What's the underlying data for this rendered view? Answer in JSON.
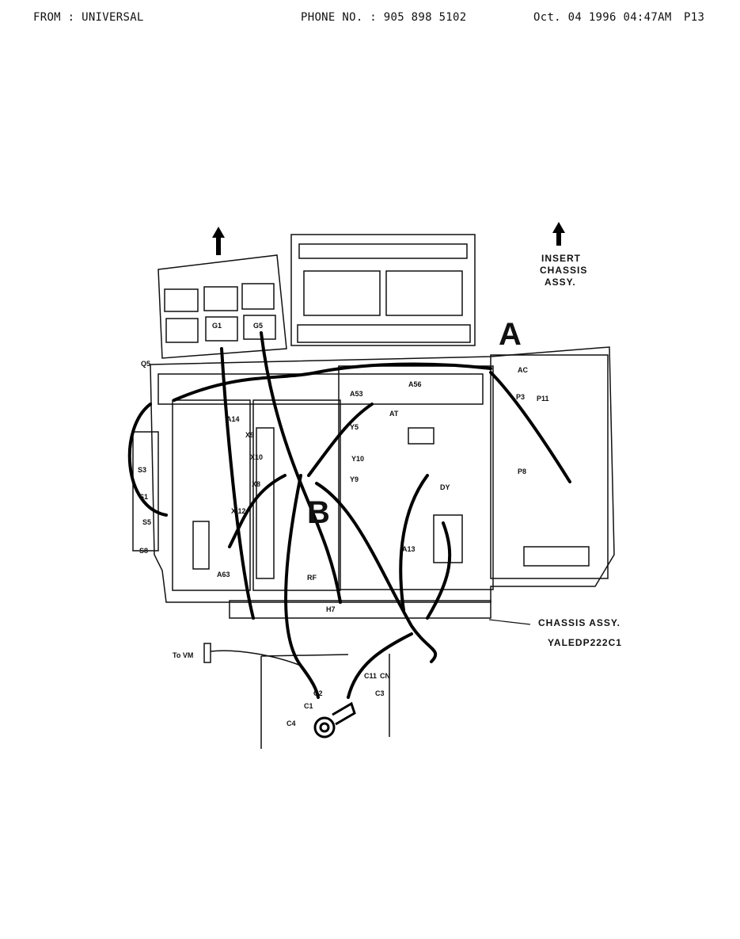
{
  "fax_header": {
    "from": "FROM : UNIVERSAL",
    "phone": "PHONE NO. : 905 898 5102",
    "datetime": "Oct. 04 1996 04:47AM",
    "page": "P13"
  },
  "annotations": {
    "insert_line1": "INSERT",
    "insert_line2": "CHASSIS",
    "insert_line3": "ASSY.",
    "chassis_line1": "CHASSIS ASSY.",
    "chassis_line2": "YALEDP222C1",
    "to_vm": "To VM",
    "callout_a": "A",
    "callout_b": "B"
  },
  "labels": {
    "q5": "Q5",
    "g1": "G1",
    "g5": "G5",
    "a14": "A14",
    "a53": "A53",
    "a56": "A56",
    "a63": "A63",
    "x9": "X9",
    "x10": "X10",
    "x8": "X8",
    "x12": "X 12",
    "y5": "Y5",
    "y10": "Y10",
    "y9": "Y9",
    "at": "AT",
    "dy": "DY",
    "p3": "P3",
    "p11": "P11",
    "p8": "P8",
    "ac": "AC",
    "s3": "S3",
    "s1": "S1",
    "s5": "S5",
    "s8": "S8",
    "rf": "RF",
    "h7": "H7",
    "a13": "A13",
    "c1": "C1",
    "c2": "C2",
    "c3": "C3",
    "c4": "C4",
    "c11": "C11",
    "cn": "CN"
  }
}
